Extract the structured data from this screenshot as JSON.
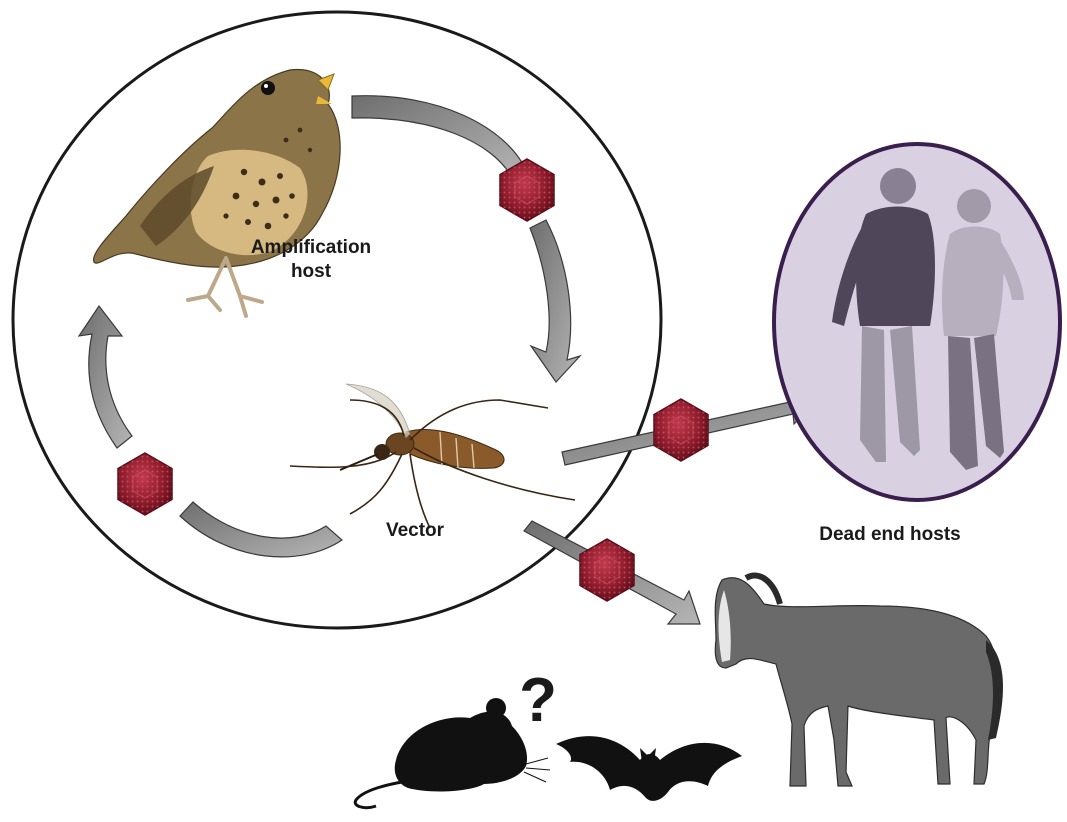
{
  "labels": {
    "amplification_host": "Amplification host",
    "vector": "Vector",
    "dead_end_hosts": "Dead end hosts",
    "unknown_hosts_mark": "?"
  },
  "colors": {
    "virus": "#8e1c2c",
    "arrow_fill": "#8a8a8a",
    "arrow_stroke": "#3a3a3a",
    "cycle_circle": "#1a1a1a",
    "dead_end_frame": "#3a1f4e",
    "dead_end_fill": "#d9d1e1",
    "silhouette": "#111111"
  }
}
